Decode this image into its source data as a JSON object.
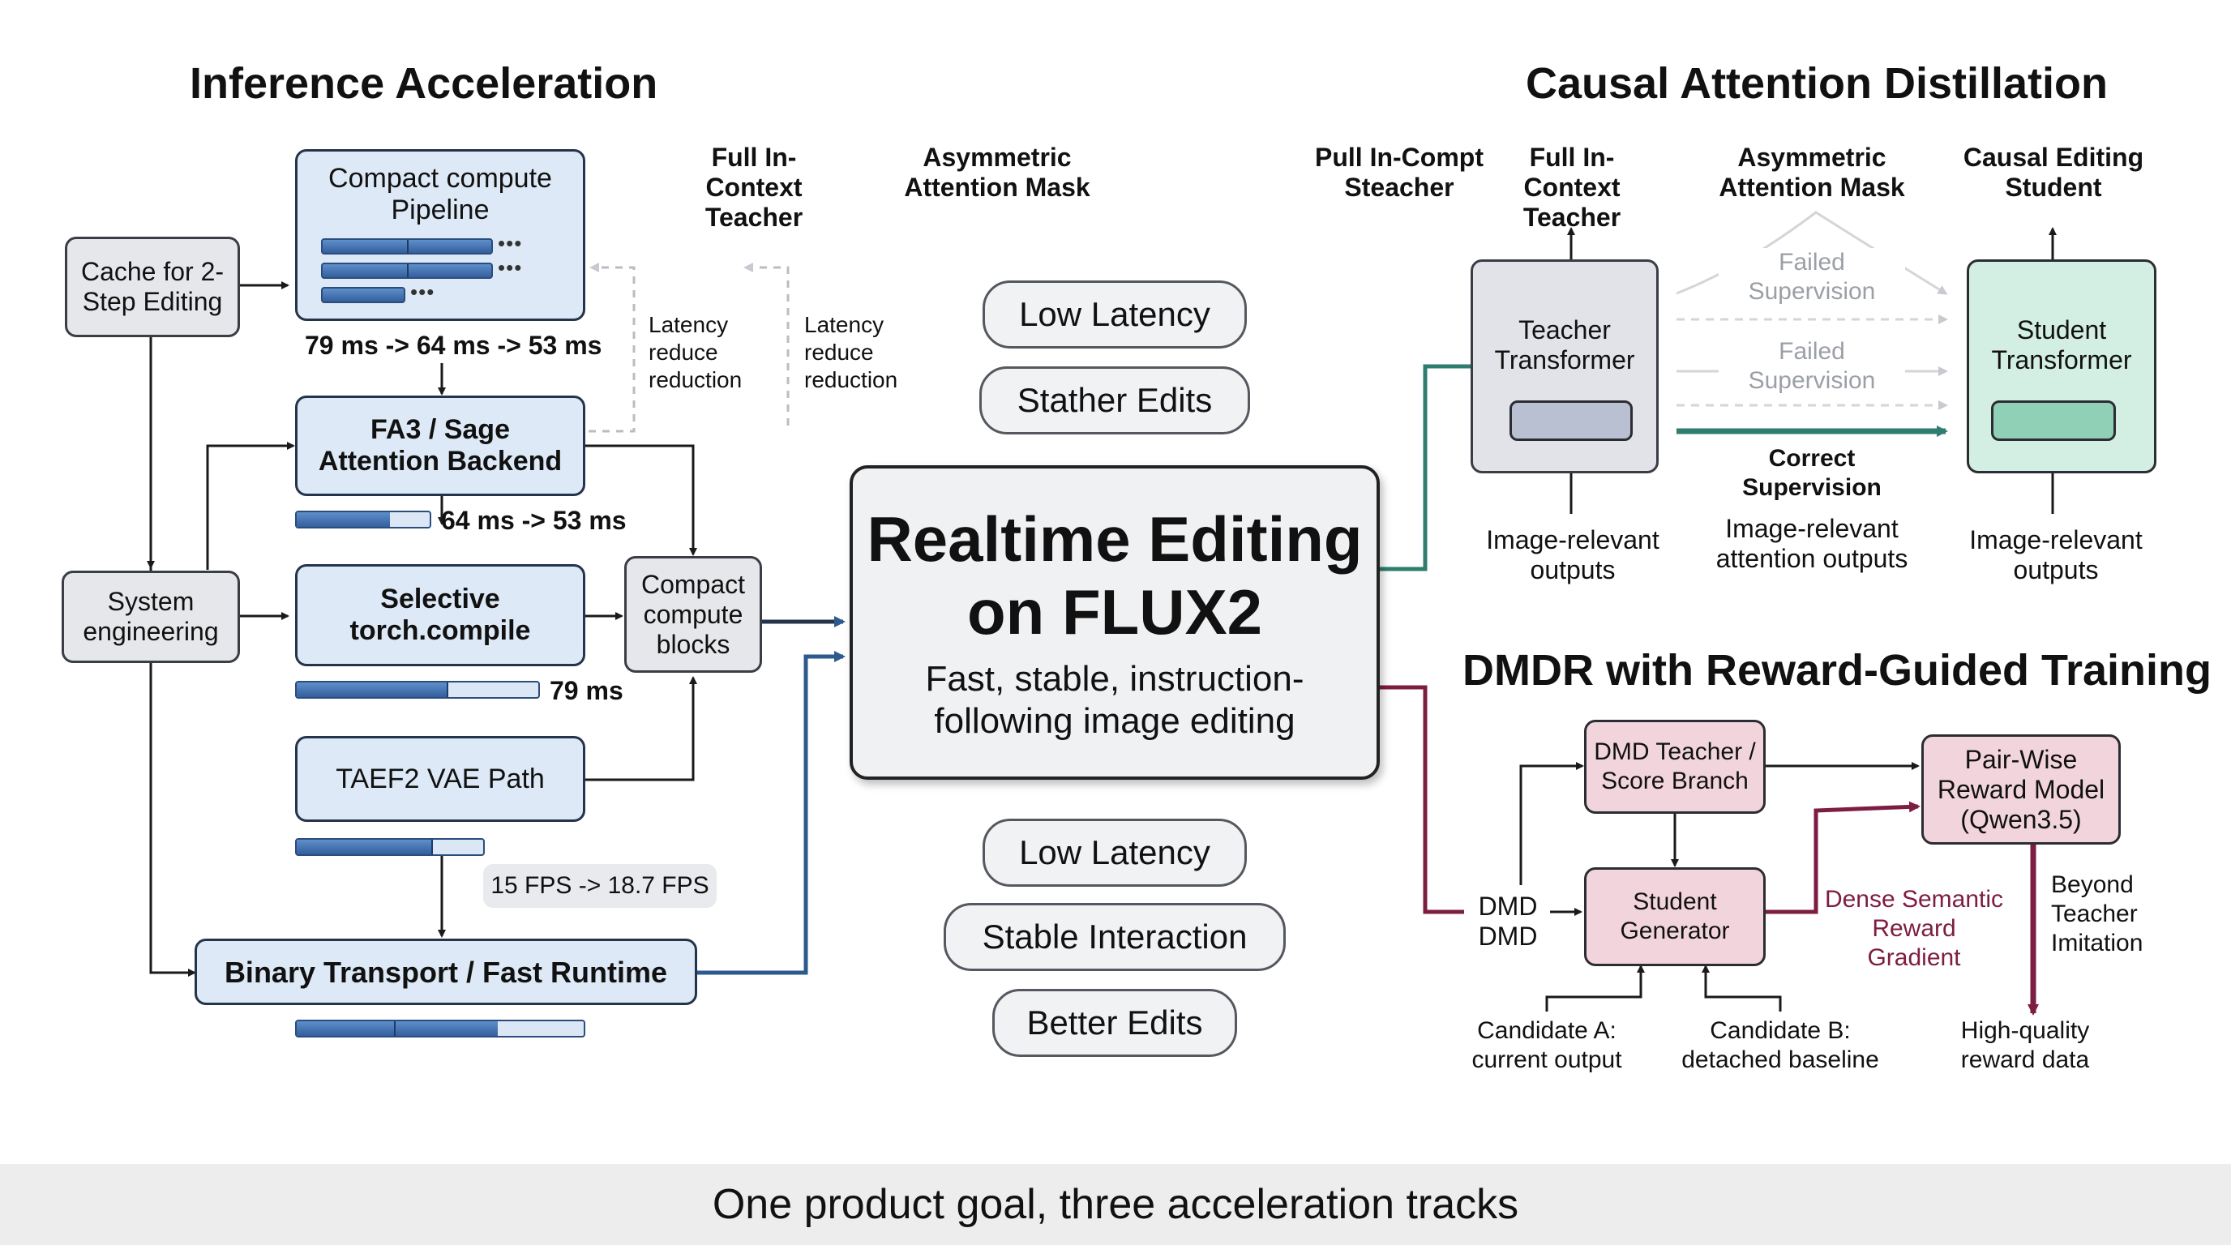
{
  "titles": {
    "inference": "Inference Acceleration",
    "causal": "Causal Attention Distillation",
    "dmdr": "DMDR with Reward-Guided Training"
  },
  "inference": {
    "compact_pipeline": "Compact compute Pipeline",
    "cache": "Cache for 2-Step Editing",
    "timing_1": "79 ms -> 64 ms -> 53 ms",
    "fa3": "FA3 / Sage Attention Backend",
    "timing_2": "64 ms -> 53 ms",
    "system": "System engineering",
    "torch_compile": "Selective torch.compile",
    "compact_blocks": "Compact compute blocks",
    "timing_3": "79 ms",
    "taef2": "TAEF2 VAE Path",
    "fps": "15 FPS -> 18.7 FPS",
    "binary": "Binary Transport / Fast Runtime",
    "col_label_1": "Full In-Context Teacher",
    "col_label_2": "Asymmetric Attention Mask",
    "latency_note_1": "Latency reduce reduction",
    "latency_note_2": "Latency reduce reduction"
  },
  "center": {
    "title_line1": "Realtime Editing",
    "title_line2": "on FLUX2",
    "subtitle": "Fast, stable, instruction-following image editing",
    "pills_top": [
      "Low Latency",
      "Stather Edits"
    ],
    "pills_bottom": [
      "Low Latency",
      "Stable Interaction",
      "Better Edits"
    ]
  },
  "causal": {
    "col_pull": "Pull In-Compt Steacher",
    "col_full": "Full In-Context Teacher",
    "col_asym": "Asymmetric Attention Mask",
    "col_student": "Causal Editing Student",
    "teacher": "Teacher Transformer",
    "student": "Student Transformer",
    "failed_1": "Failed Supervision",
    "failed_2": "Failed Supervision",
    "correct": "Correct Supervision",
    "out_teacher": "Image-relevant outputs",
    "out_mid": "Image-relevant attention outputs",
    "out_student": "Image-relevant outputs"
  },
  "dmdr": {
    "dmd_teacher": "DMD Teacher / Score Branch",
    "pairwise": "Pair-Wise Reward Model (Qwen3.5)",
    "dmd_label": "DMD DMD",
    "student_gen": "Student Generator",
    "dense": "Dense Semantic Reward Gradient",
    "beyond": "Beyond Teacher Imitation",
    "cand_a": "Candidate A: current output",
    "cand_b": "Candidate B: detached baseline",
    "hq": "High-quality reward data"
  },
  "footer": "One product goal, three acceleration tracks",
  "colors": {
    "blue_track": "#2d5a8e",
    "teal_track": "#2e7d6e",
    "maroon_track": "#7d1d42"
  }
}
